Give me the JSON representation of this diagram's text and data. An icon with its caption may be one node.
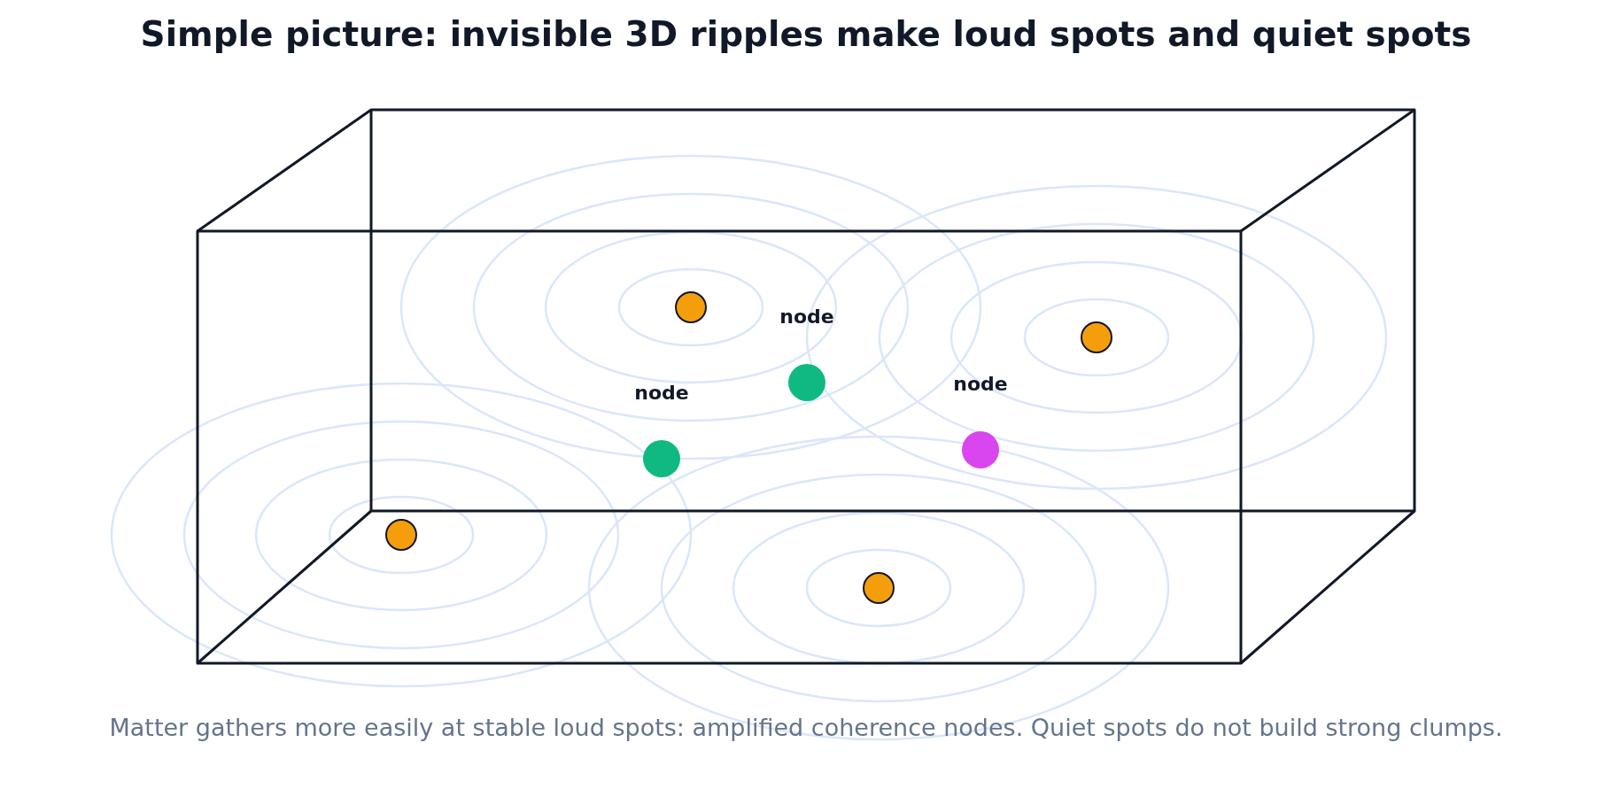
{
  "diagram": {
    "title": "Simple picture: invisible 3D ripples make loud spots and quiet spots",
    "caption": "Matter gathers more easily at stable loud spots: amplified coherence nodes. Quiet spots do not build strong clumps.",
    "nodes": [
      {
        "text": [],
        "shape": "circle"
      },
      {
        "text": [],
        "shape": "circle"
      },
      {
        "text": [],
        "shape": "circle",
        "beside": [
          "node"
        ]
      },
      {
        "text": [],
        "shape": "circle",
        "beside": [
          "node"
        ]
      },
      {
        "text": [],
        "shape": "circle",
        "beside": [
          "node"
        ]
      },
      {
        "text": [],
        "shape": "circle"
      },
      {
        "text": [],
        "shape": "circle"
      }
    ]
  }
}
